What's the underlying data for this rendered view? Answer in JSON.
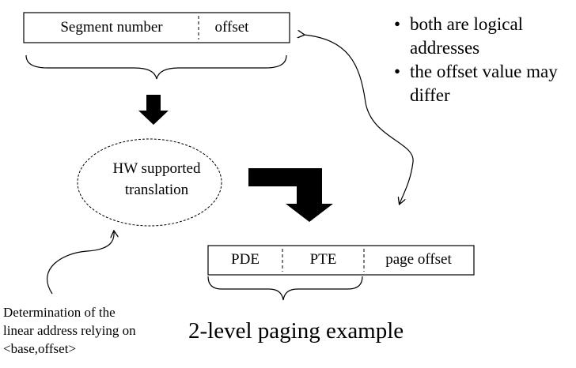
{
  "segment_address": {
    "segment_label": "Segment number",
    "offset_label": "offset"
  },
  "bullets": [
    {
      "text_line1": "both are logical",
      "text_line2": "addresses"
    },
    {
      "text_line1": "the offset value may",
      "text_line2": "differ"
    }
  ],
  "hw_translation": {
    "line1": "HW supported",
    "line2": "translation"
  },
  "linear_address": {
    "pde_label": "PDE",
    "pte_label": "PTE",
    "offset_label": "page offset"
  },
  "note": {
    "line1": "Determination of the",
    "line2": "linear address relying on",
    "line3": "<base,offset>"
  },
  "caption": "2-level paging example",
  "bullet_symbol": "•"
}
